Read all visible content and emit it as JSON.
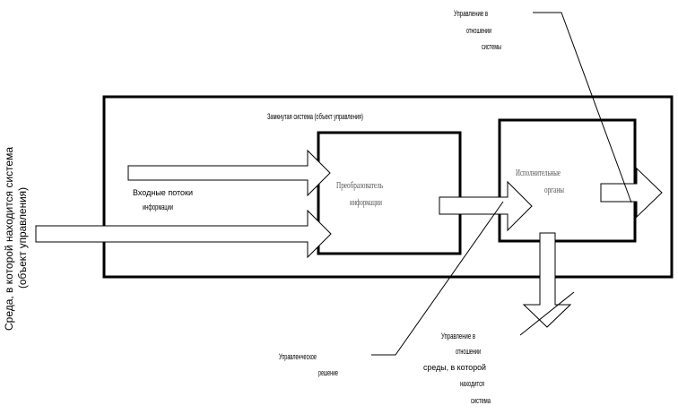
{
  "closed_system": {
    "title": "Замкнутая система (объект управления)"
  },
  "environment": {
    "line1": "Среда, в которой находится система",
    "line2": "(объект управления)"
  },
  "input_flows": {
    "line1": "Входные потоки",
    "line2": "информации"
  },
  "converter": {
    "line1": "Преобразователь",
    "line2": "информации"
  },
  "executive": {
    "line1": "Исполнительные",
    "line2": "органы"
  },
  "system_control": {
    "line1": "Управление в",
    "line2": "отношении",
    "line3": "системы"
  },
  "env_control": {
    "line1": "Управление в",
    "line2": "отношении",
    "line3": "среды, в которой",
    "line4": "находится",
    "line5": "система"
  },
  "decision": {
    "line1": "Управленческое",
    "line2": "решение"
  }
}
